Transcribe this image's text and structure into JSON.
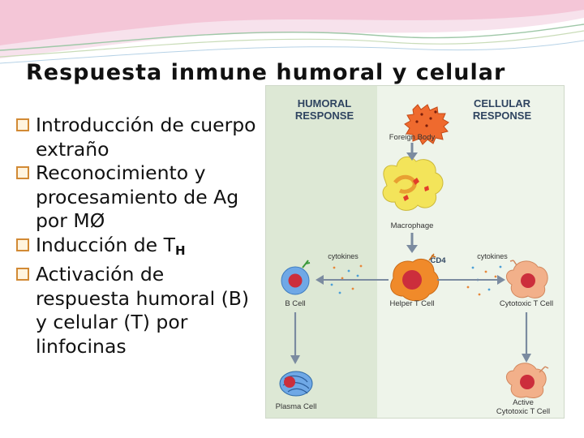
{
  "slide": {
    "title": "Respuesta inmune humoral y celular",
    "bullets": [
      {
        "text": "Introducción de cuerpo extraño"
      },
      {
        "text": "Reconocimiento y procesamiento de Ag por MØ"
      },
      {
        "text": "Inducción de T",
        "sub": "H"
      },
      {
        "text": "Activación de respuesta humoral (B) y celular (T) por linfocinas"
      }
    ]
  },
  "figure": {
    "humoral_heading_line1": "HUMORAL",
    "humoral_heading_line2": "RESPONSE",
    "cellular_heading_line1": "CELLULAR",
    "cellular_heading_line2": "RESPONSE",
    "foreign_body": "Foreign Body",
    "macrophage": "Macrophage",
    "cytokines_left": "cytokines",
    "cytokines_right": "cytokines",
    "cd4": "CD4",
    "b_cell": "B Cell",
    "helper_t_cell": "Helper T Cell",
    "cytotoxic_t_cell": "Cytotoxic T Cell",
    "plasma_cell": "Plasma Cell",
    "active_line1": "Active",
    "active_line2": "Cytotoxic T Cell"
  },
  "colors": {
    "humoral_bg": "#dde8d5",
    "cellular_bg": "#eef4ea",
    "heading_text": "#2f4460",
    "arrow": "#7b8ba0",
    "foreign_body": "#ef6a2e",
    "macrophage": "#f3e45a",
    "helper_t": "#f08a2a",
    "b_cell": "#6fa8e6",
    "cytotoxic": "#f2b08a",
    "nucleus": "#cc2e3c"
  }
}
